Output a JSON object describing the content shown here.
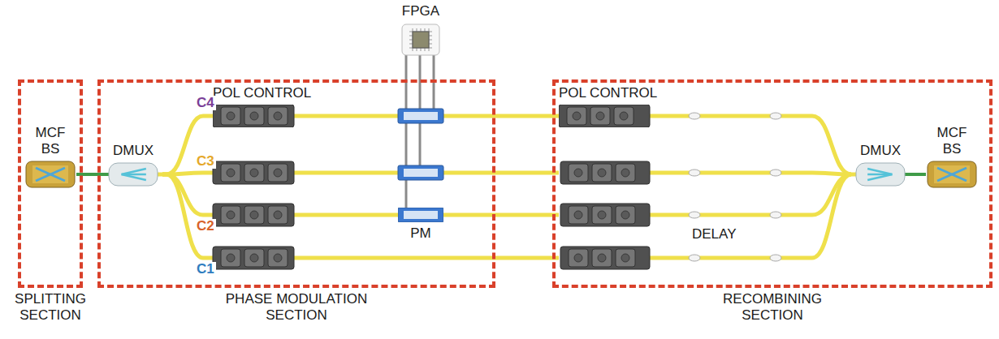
{
  "diagram": {
    "nodes": [
      {
        "text": [
          "SPLITTING SECTION"
        ]
      },
      {
        "text": [
          "MCF BS"
        ],
        "in": 0
      },
      {
        "text": [
          "PHASE MODULATION SECTION"
        ]
      },
      {
        "text": [
          "DMUX"
        ],
        "in": 2
      },
      {
        "text": [
          "POL CONTROL"
        ],
        "in": 2
      },
      {
        "text": [
          "PM"
        ],
        "in": 2
      },
      {
        "text": [
          "FPGA"
        ]
      },
      {
        "text": [
          "RECOMBINING SECTION"
        ]
      },
      {
        "text": [
          "POL CONTROL"
        ],
        "in": 7
      },
      {
        "text": [
          "DMUX"
        ],
        "in": 7
      },
      {
        "text": [
          "MCF BS"
        ],
        "in": 7
      }
    ],
    "edges": [
      {
        "from": 1,
        "to": 3,
        "arrow": "none"
      },
      {
        "from": 3,
        "to": 4,
        "arrow": "none"
      },
      {
        "from": 4,
        "to": 8,
        "arrow": "none"
      },
      {
        "from": 8,
        "to": 9,
        "arrow": "none"
      },
      {
        "from": 9,
        "to": 10,
        "arrow": "none"
      },
      {
        "from": 6,
        "to": 5,
        "arrow": "none"
      }
    ],
    "labels": [
      "C4",
      "C3",
      "C2",
      "C1",
      "DELAY"
    ]
  }
}
